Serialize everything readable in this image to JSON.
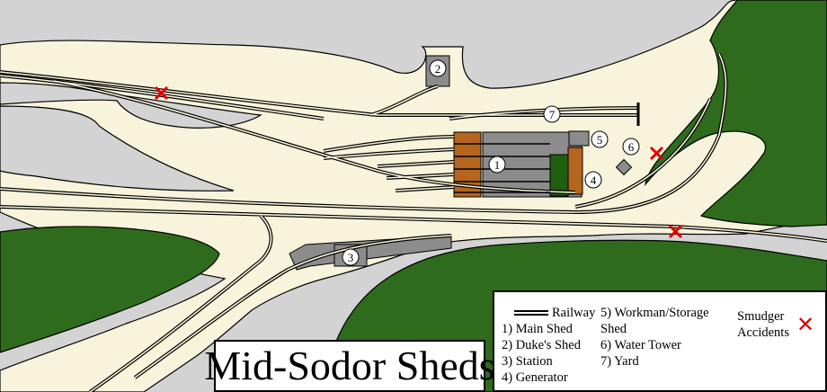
{
  "title": "Mid-Sodor Sheds",
  "markers": [
    {
      "id": "1",
      "label": "1"
    },
    {
      "id": "2",
      "label": "2"
    },
    {
      "id": "3",
      "label": "3"
    },
    {
      "id": "4",
      "label": "4"
    },
    {
      "id": "5",
      "label": "5"
    },
    {
      "id": "6",
      "label": "6"
    },
    {
      "id": "7",
      "label": "7"
    }
  ],
  "legend": {
    "railway": "Railway",
    "items": [
      "1) Main Shed",
      "2) Duke's Shed",
      "3) Station",
      "4) Generator",
      "5) Workman/Storage",
      "Shed",
      "6) Water Tower",
      "7) Yard"
    ],
    "smudger_line1": "Smudger",
    "smudger_line2": "Accidents",
    "smudger_icon": "red-cross-icon"
  },
  "colors": {
    "water": "#d3d3d3",
    "land": "#f8f4dc",
    "grass": "#2f6b1d",
    "building": "#8c8c8c",
    "wood": "#b5651d",
    "generator": "#1f5f0f",
    "accident": "#e00000"
  }
}
